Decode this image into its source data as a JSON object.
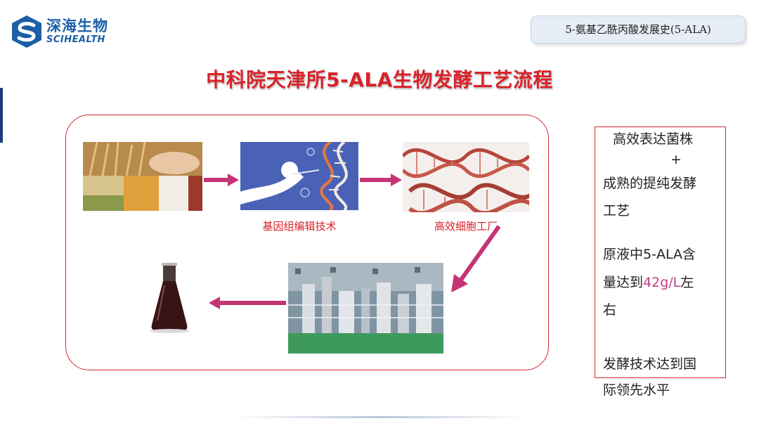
{
  "header": {
    "logo_cn": "深海生物",
    "logo_en": "SCIHEALTH",
    "badge": "5-氨基乙酰丙酸发展史(5-ALA)"
  },
  "title": "中科院天津所5-ALA生物发酵工艺流程",
  "flow": {
    "caption_gene": "基因组编辑技术",
    "caption_factory": "高效细胞工厂"
  },
  "sidebar": {
    "line1": "高效表达菌株",
    "plus": "+",
    "line2": "成熟的提纯发酵",
    "line3": "工艺",
    "line4": "原液中5-ALA含",
    "line5_a": "量达到",
    "line5_hl": "42g/L",
    "line5_b": "左",
    "line6": "右",
    "line7": "发酵技术达到国",
    "line8": "际领先水平"
  },
  "colors": {
    "title_red": "#d9222a",
    "arrow_pink": "#c53474",
    "brand_blue": "#1b5fa6",
    "highlight": "#c33c86"
  }
}
